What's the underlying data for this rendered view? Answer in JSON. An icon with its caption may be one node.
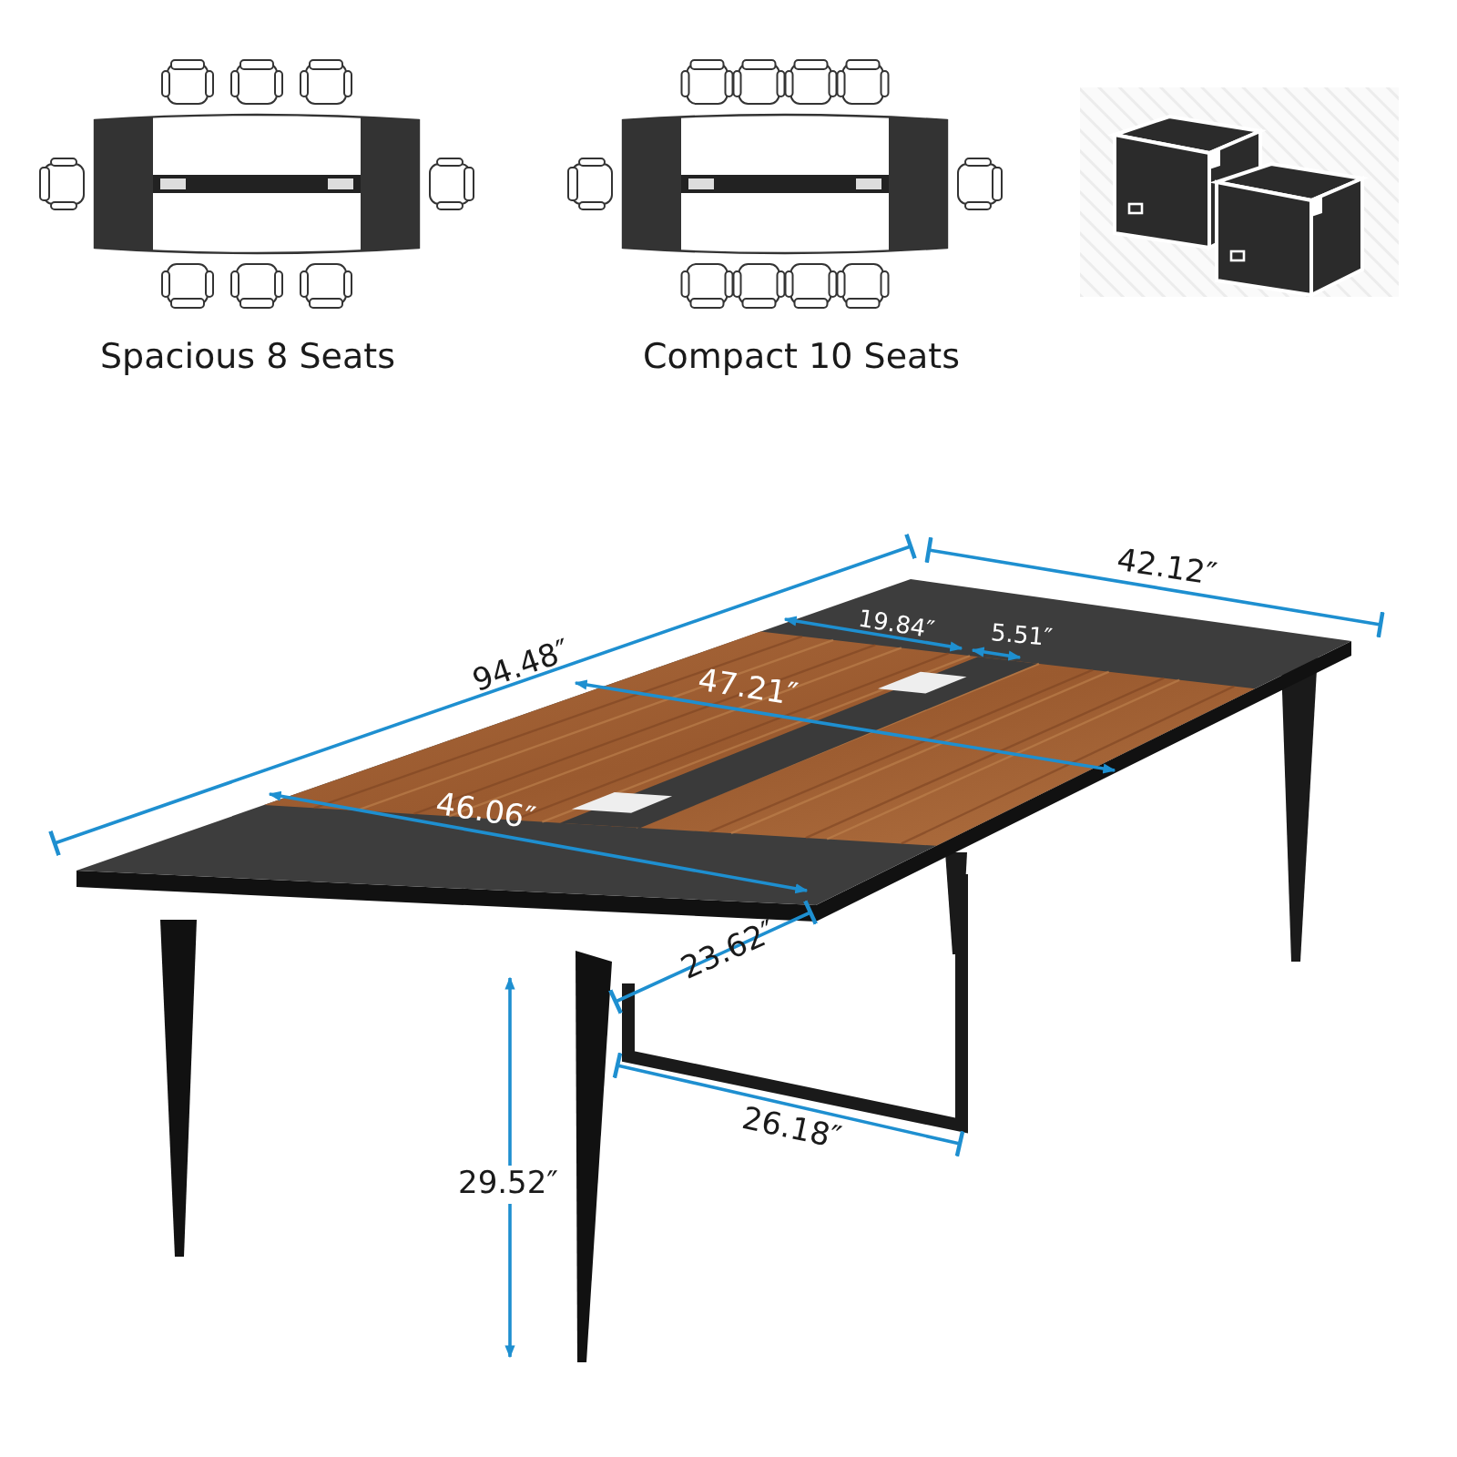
{
  "diagram": {
    "labels": [
      "Spacious 8 Seats",
      "Compact 10 Seats",
      "42.12″",
      "19.84″",
      "5.51″",
      "94.48″",
      "47.21″",
      "46.06″",
      "23.62″",
      "26.18″",
      "29.52″"
    ]
  }
}
